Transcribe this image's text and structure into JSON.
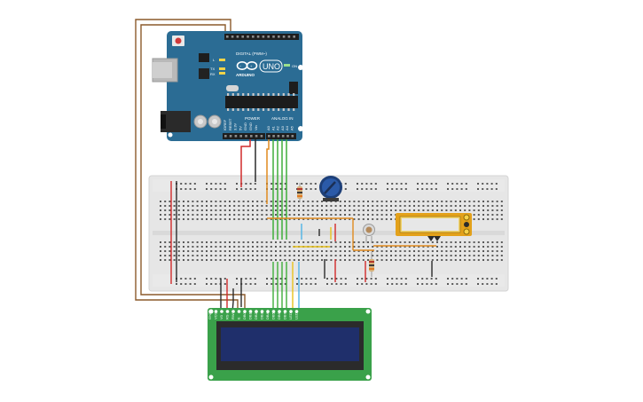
{
  "arduino": {
    "brand": "ARDUINO",
    "model": "UNO",
    "digital_label": "DIGITAL (PWM~)",
    "power_label": "POWER",
    "analog_label": "ANALOG IN",
    "tx_label": "TX",
    "rx_label": "RX",
    "l_label": "L",
    "on_label": "ON",
    "power_pins": [
      "IOREF",
      "RESET",
      "3.3V",
      "5V",
      "GND",
      "GND",
      "Vin"
    ],
    "analog_pins": [
      "A0",
      "A1",
      "A2",
      "A3",
      "A4",
      "A5"
    ],
    "color": "#2b6c94"
  },
  "lcd": {
    "pins": [
      "GND",
      "VCC",
      "V0",
      "RS",
      "RW",
      "E",
      "DB0",
      "DB1",
      "DB2",
      "DB3",
      "DB4",
      "DB5",
      "DB6",
      "DB7",
      "LED",
      "LED"
    ],
    "pcb_color": "#3aa14a",
    "screen_color": "#1f2f6b"
  },
  "breadboard": {
    "color": "#e8e8e8"
  },
  "wire_colors": {
    "red": "#d12a2a",
    "black": "#2b2b2b",
    "green": "#3fae3a",
    "orange": "#e08a1e",
    "yellow": "#e8c21c",
    "blue": "#4fb4e6",
    "brown": "#8b5a2b"
  }
}
